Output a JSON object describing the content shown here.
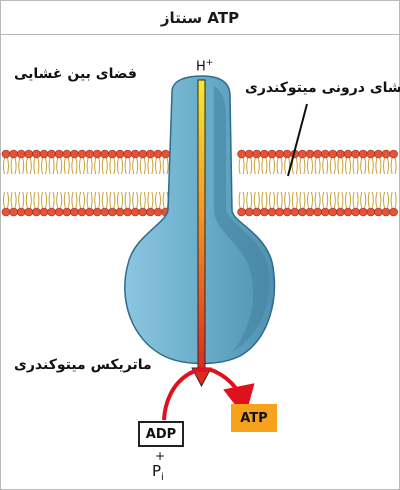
{
  "title": "ATP سنتاز",
  "labels": {
    "intermembrane_space": "فضای بین غشایی",
    "inner_membrane": "غشای درونی میتوکندری",
    "matrix": "ماتریکس میتوکندری",
    "proton": "H",
    "proton_charge": "+",
    "adp": "ADP",
    "plus": "+",
    "phosphate": "P",
    "phosphate_sub": "i",
    "atp": "ATP"
  },
  "colors": {
    "protein": "#6aaecb",
    "protein_outline": "#2f6c8a",
    "lipid_head": "#e2533a",
    "lipid_tail": "#c9a23a",
    "atp_box": "#f7a21c",
    "curve_arrow": "#e0101e",
    "channel_top": "#f7ea2e",
    "channel_bottom": "#e02a1f"
  },
  "icons": [
    "proton-channel-arrow",
    "reaction-curve-arrow"
  ]
}
